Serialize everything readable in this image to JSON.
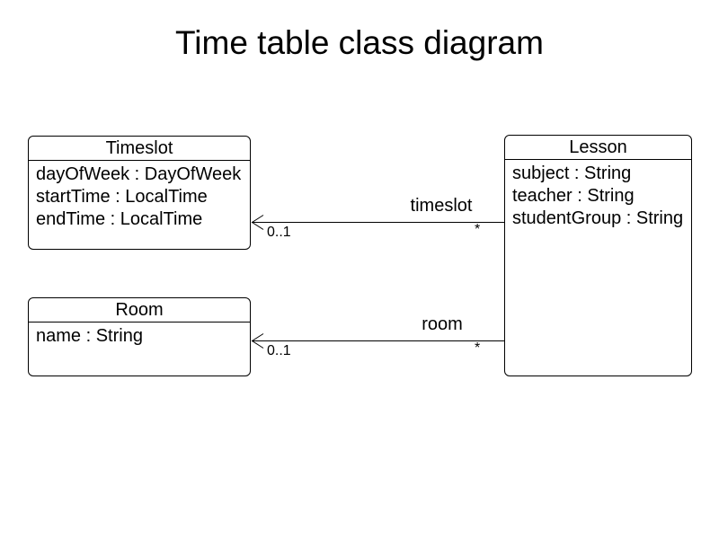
{
  "title": "Time table class diagram",
  "colors": {
    "background": "#ffffff",
    "stroke": "#000000",
    "text": "#000000"
  },
  "classes": {
    "timeslot": {
      "name": "Timeslot",
      "attributes": [
        "dayOfWeek : DayOfWeek",
        "startTime : LocalTime",
        "endTime : LocalTime"
      ]
    },
    "room": {
      "name": "Room",
      "attributes": [
        "name : String"
      ]
    },
    "lesson": {
      "name": "Lesson",
      "attributes": [
        "subject : String",
        "teacher : String",
        "studentGroup : String"
      ]
    }
  },
  "associations": {
    "timeslot": {
      "label": "timeslot",
      "target_multiplicity": "0..1",
      "source_multiplicity": "*"
    },
    "room": {
      "label": "room",
      "target_multiplicity": "0..1",
      "source_multiplicity": "*"
    }
  }
}
